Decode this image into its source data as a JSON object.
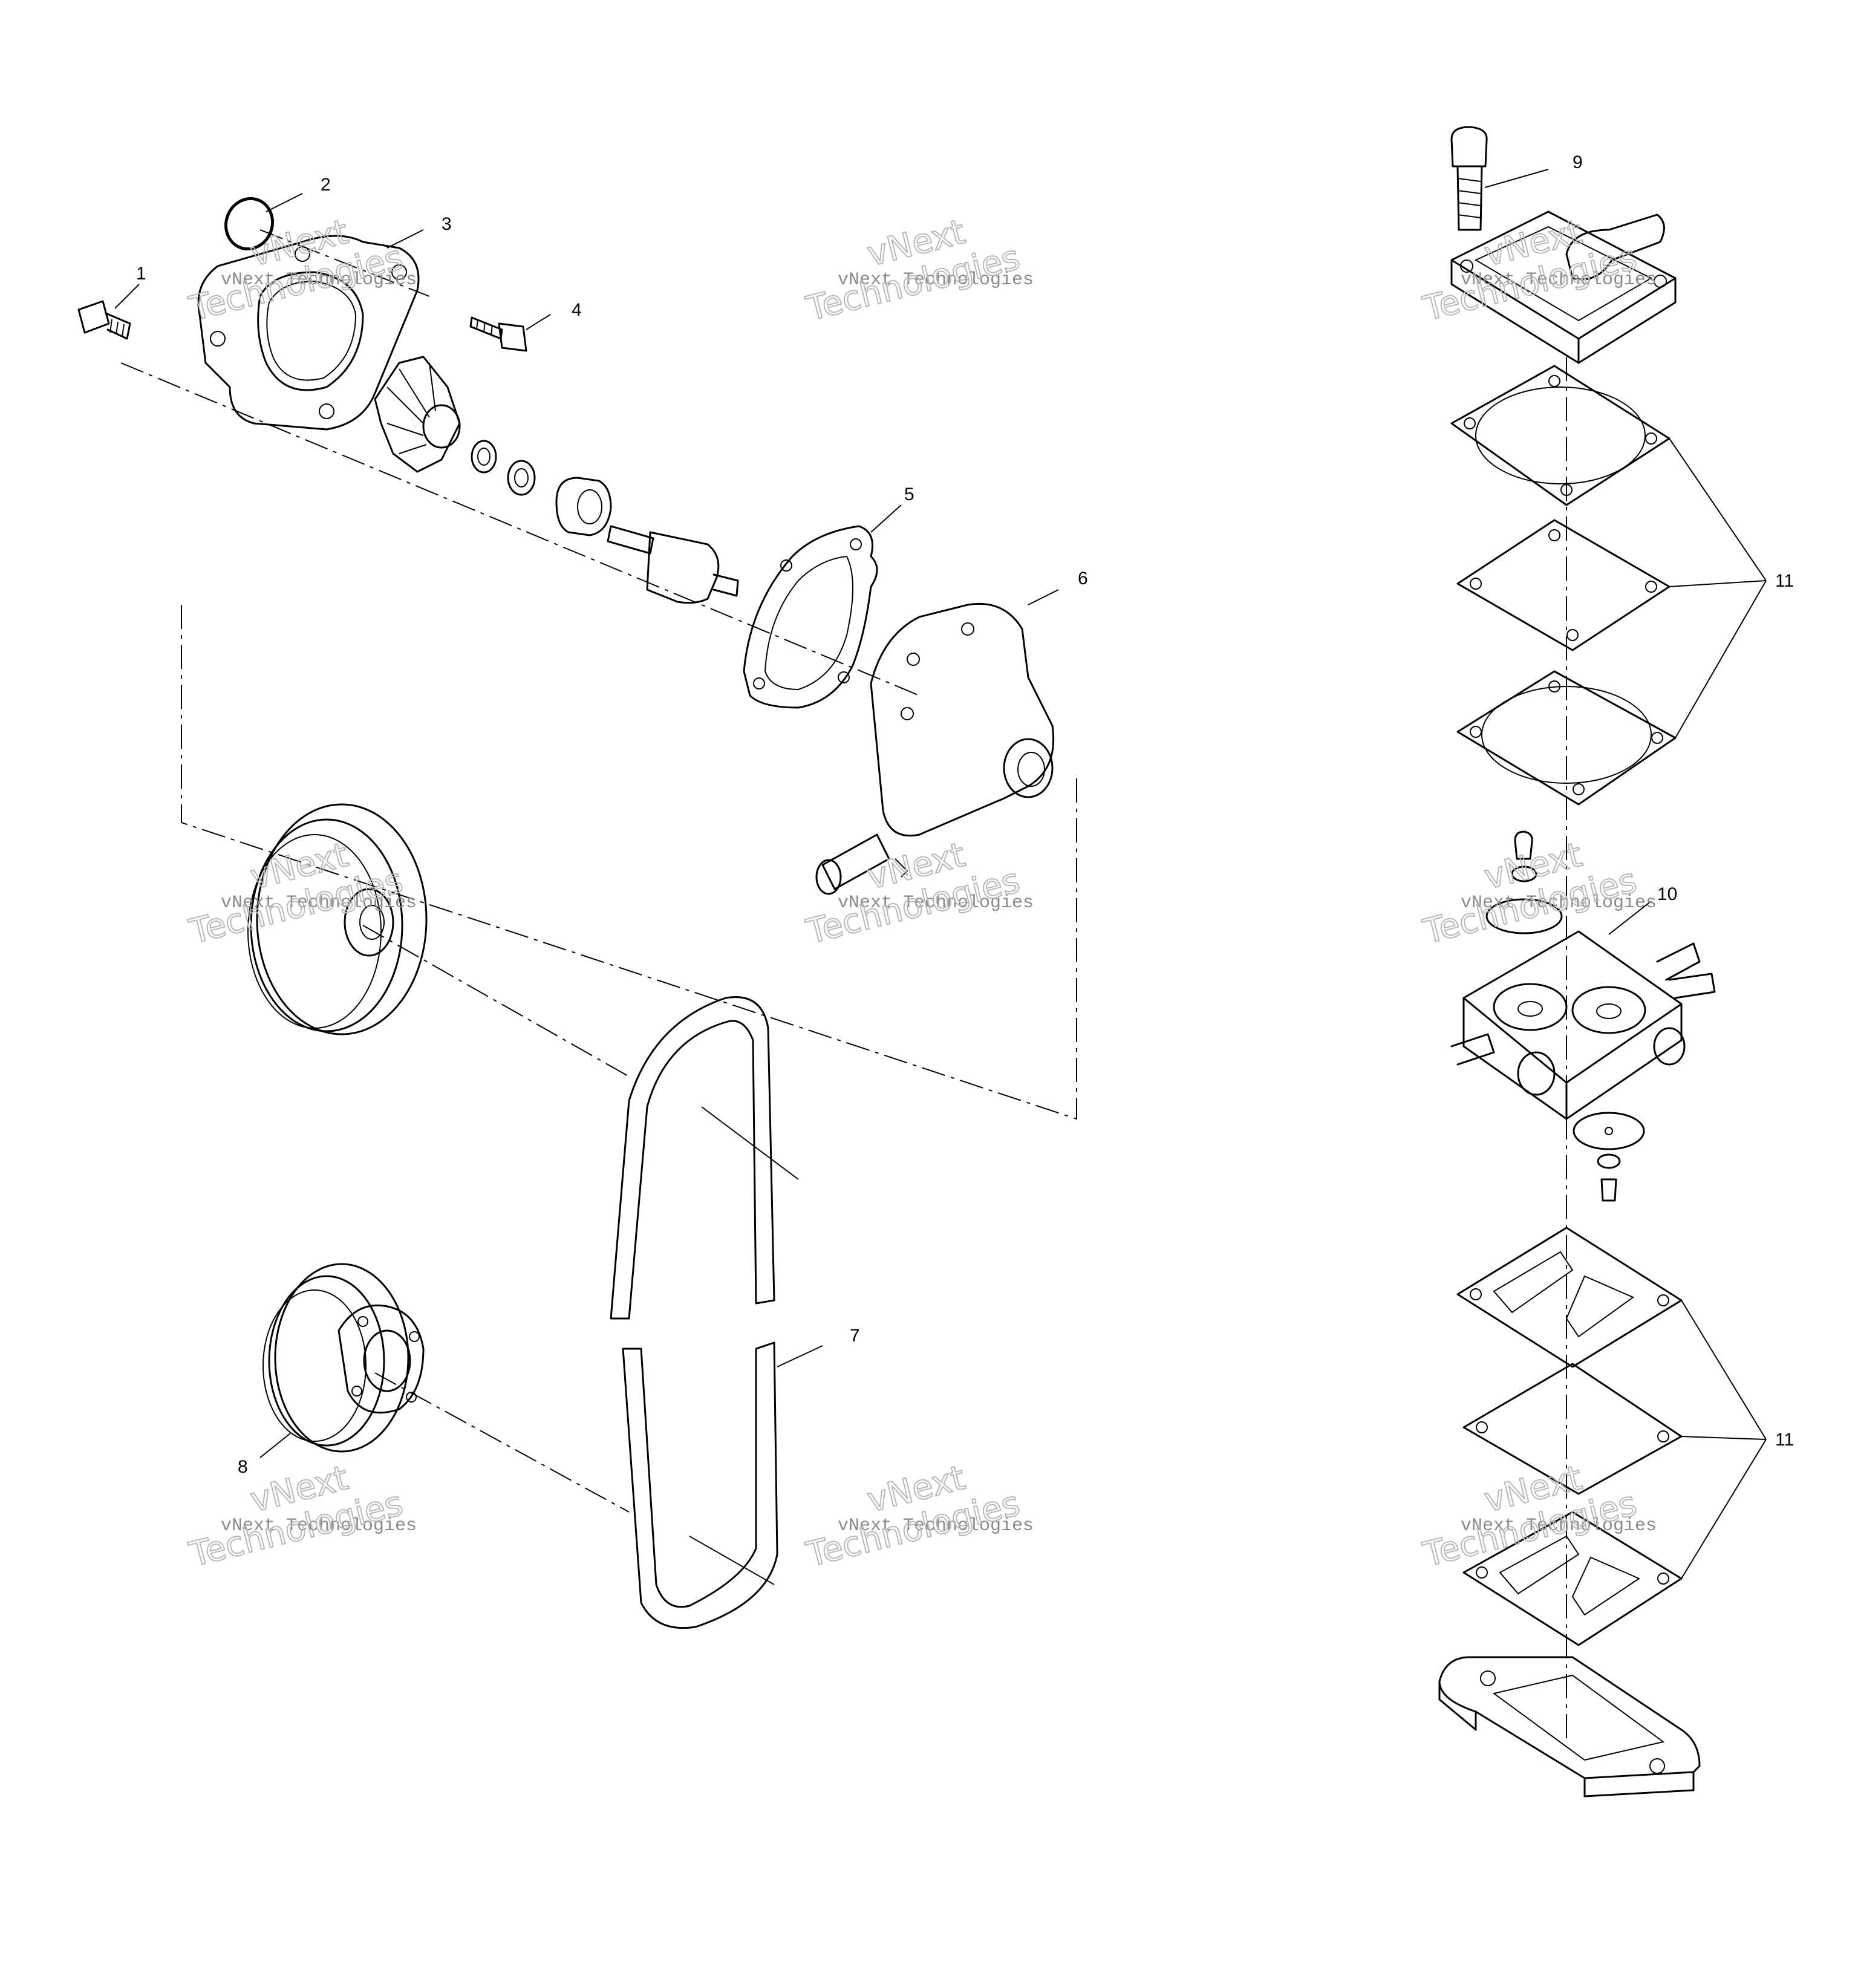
{
  "callouts": [
    "1",
    "2",
    "3",
    "4",
    "5",
    "6",
    "7",
    "8",
    "9",
    "10",
    "11",
    "11"
  ],
  "watermark": {
    "line1": "vNext Technologies",
    "line2": "vNext",
    "line3": "Technologies"
  }
}
